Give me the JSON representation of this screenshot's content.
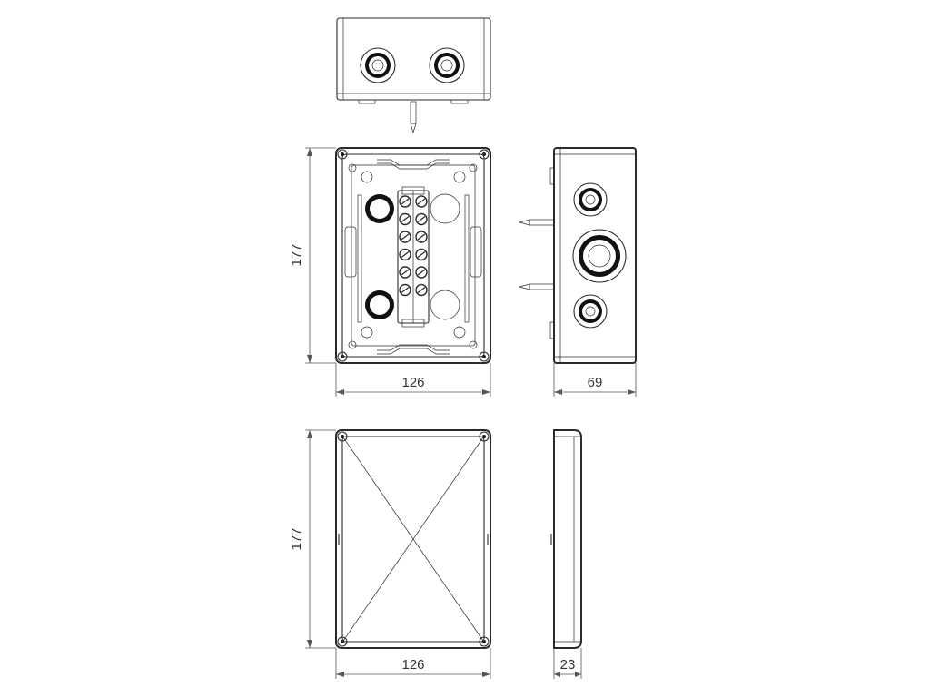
{
  "drawing": {
    "stroke_color": "#2b2b2b",
    "dimension_color": "#555555",
    "background": "#ffffff"
  },
  "dimensions": {
    "body_height": "177",
    "body_width": "126",
    "body_depth": "69",
    "lid_height": "177",
    "lid_width": "126",
    "lid_depth": "23"
  },
  "icons": {
    "cable_gland": "cable-gland-icon",
    "terminal_screw": "terminal-screw-icon",
    "mounting_nail": "mounting-nail-icon"
  }
}
